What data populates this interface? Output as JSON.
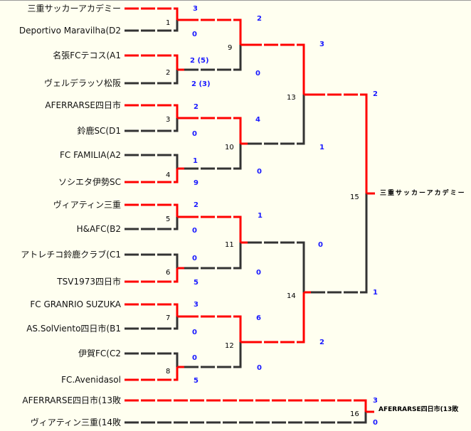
{
  "colors": {
    "win": "#ff0000",
    "lose": "#333333",
    "score": "#1a1aff",
    "background": "#FFFFF0"
  },
  "teams": [
    "三重サッカーアカデミー",
    "Deportivo Maravilha(D2",
    "名張FCテコス(A1",
    "ヴェルデラッソ松阪",
    "AFERRARSE四日市",
    "鈴鹿SC(D1",
    "FC FAMILIA(A2",
    "ソシエタ伊勢SC",
    "ヴィアティン三重",
    "H&AFC(B2",
    "アトレチコ鈴鹿クラブ(C1",
    "TSV1973四日市",
    "FC GRANRIO SUZUKA",
    "AS.SolViento四日市(B1",
    "伊賀FC(C2",
    "FC.Avenidasol"
  ],
  "third_place_teams": [
    "AFERRARSE四日市(13敗",
    "ヴィアティン三重(14敗"
  ],
  "matches": [
    {
      "no": "1",
      "top_score": "3",
      "bottom_score": "0",
      "winner": "top"
    },
    {
      "no": "2",
      "top_score": "2 (5)",
      "bottom_score": "2 (3)",
      "winner": "top"
    },
    {
      "no": "3",
      "top_score": "2",
      "bottom_score": "0",
      "winner": "top"
    },
    {
      "no": "4",
      "top_score": "1",
      "bottom_score": "9",
      "winner": "bottom"
    },
    {
      "no": "5",
      "top_score": "2",
      "bottom_score": "0",
      "winner": "top"
    },
    {
      "no": "6",
      "top_score": "0",
      "bottom_score": "5",
      "winner": "bottom"
    },
    {
      "no": "7",
      "top_score": "3",
      "bottom_score": "0",
      "winner": "top"
    },
    {
      "no": "8",
      "top_score": "0",
      "bottom_score": "5",
      "winner": "bottom"
    },
    {
      "no": "9",
      "top_score": "2",
      "bottom_score": "0",
      "winner": "top"
    },
    {
      "no": "10",
      "top_score": "4",
      "bottom_score": "0",
      "winner": "top"
    },
    {
      "no": "11",
      "top_score": "1",
      "bottom_score": "0",
      "winner": "top"
    },
    {
      "no": "12",
      "top_score": "6",
      "bottom_score": "0",
      "winner": "top"
    },
    {
      "no": "13",
      "top_score": "3",
      "bottom_score": "1",
      "winner": "top"
    },
    {
      "no": "14",
      "top_score": "0",
      "bottom_score": "2",
      "winner": "bottom"
    },
    {
      "no": "15",
      "top_score": "2",
      "bottom_score": "1",
      "winner": "top"
    },
    {
      "no": "16",
      "top_score": "3",
      "bottom_score": "0",
      "winner": "top"
    }
  ],
  "champion": "三重サッカーアカデミー",
  "third_place_winner": "AFERRARSE四日市(13敗"
}
